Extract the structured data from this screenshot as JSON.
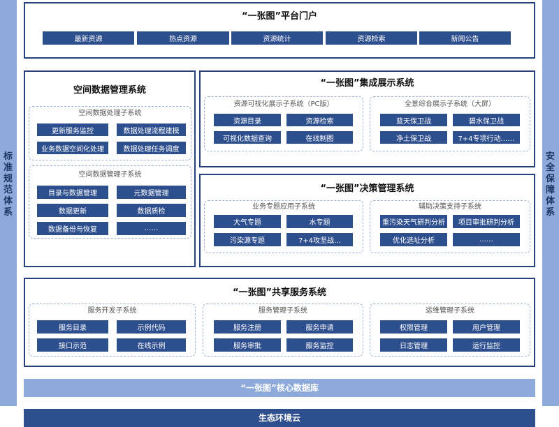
{
  "colors": {
    "frame_border": "#26427d",
    "node_fill": "#2e4f8e",
    "side_fill": "#8eaadb",
    "core_fill": "#8eaadb",
    "cloud_fill": "#2e4f8e"
  },
  "sidebars": {
    "left": "标准规范体系",
    "right": "安全保障体系"
  },
  "portal": {
    "title": "“一张图”平台门户",
    "items": [
      "最新资源",
      "热点资源",
      "资源统计",
      "资源检索",
      "新闻公告"
    ]
  },
  "spatial": {
    "title": "空间数据管理系统",
    "processing": {
      "title": "空间数据处理子系统",
      "items": [
        "更新服务监控",
        "数据处理流程建模",
        "业务数据空间化处理",
        "数据处理任务调度"
      ]
    },
    "management": {
      "title": "空间数据管理子系统",
      "items": [
        "目录与数据管理",
        "元数据管理",
        "数据更新",
        "数据质检",
        "数据备份与恢复",
        "……"
      ]
    }
  },
  "display": {
    "title": "“一张图”集成展示系统",
    "pc": {
      "title": "资源可视化展示子系统（PC版）",
      "items": [
        "资源目录",
        "资源检索",
        "可视化数据查询",
        "在线制图"
      ]
    },
    "big_screen": {
      "title": "全景综合展示子系统（大屏）",
      "items": [
        "蓝天保卫战",
        "碧水保卫战",
        "净土保卫战",
        "7+4专项行动……"
      ]
    }
  },
  "decision": {
    "title": "“一张图”决策管理系统",
    "thematic": {
      "title": "业务专题应用子系统",
      "items": [
        "大气专题",
        "水专题",
        "污染源专题",
        "7+4攻坚战…"
      ]
    },
    "support": {
      "title": "辅助决策支持子系统",
      "items": [
        "重污染天气研判分析",
        "项目审批研判分析",
        "优化选址分析",
        "……"
      ]
    }
  },
  "sharing": {
    "title": "“一张图”共享服务系统",
    "development": {
      "title": "服务开发子系统",
      "items": [
        "服务目录",
        "示例代码",
        "接口示范",
        "在线示例"
      ]
    },
    "management": {
      "title": "服务管理子系统",
      "items": [
        "服务注册",
        "服务申请",
        "服务审批",
        "服务监控"
      ]
    },
    "operations": {
      "title": "运维管理子系统",
      "items": [
        "权限管理",
        "用户管理",
        "日志管理",
        "运行监控"
      ]
    }
  },
  "core_database": "“一张图”核心数据库",
  "cloud": "生态环境云"
}
